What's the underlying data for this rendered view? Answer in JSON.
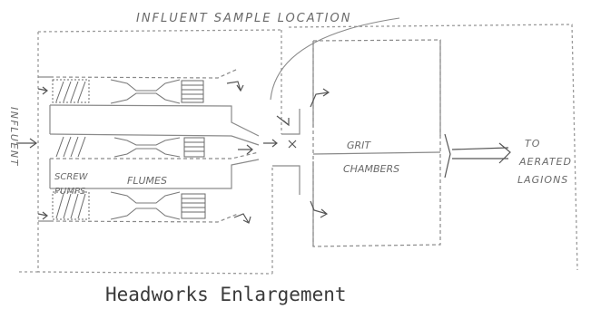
{
  "labels": {
    "influent_sample_location": "INFLUENT SAMPLE LOCATION",
    "influent_vertical": "INFLUENT",
    "screw_pumps": [
      "SCREW",
      "PUMPS"
    ],
    "flumes": "FLUMES",
    "grit_chambers": [
      "GRIT",
      "CHAMBERS"
    ],
    "to_aerated_lagoons": [
      "TO",
      "AERATED",
      "LAGIONS"
    ],
    "caption": "Headworks Enlargement"
  },
  "colors": {
    "pencil": "#7a7a7a",
    "dark_pencil": "#555555",
    "caption": "#3a3a3a"
  }
}
